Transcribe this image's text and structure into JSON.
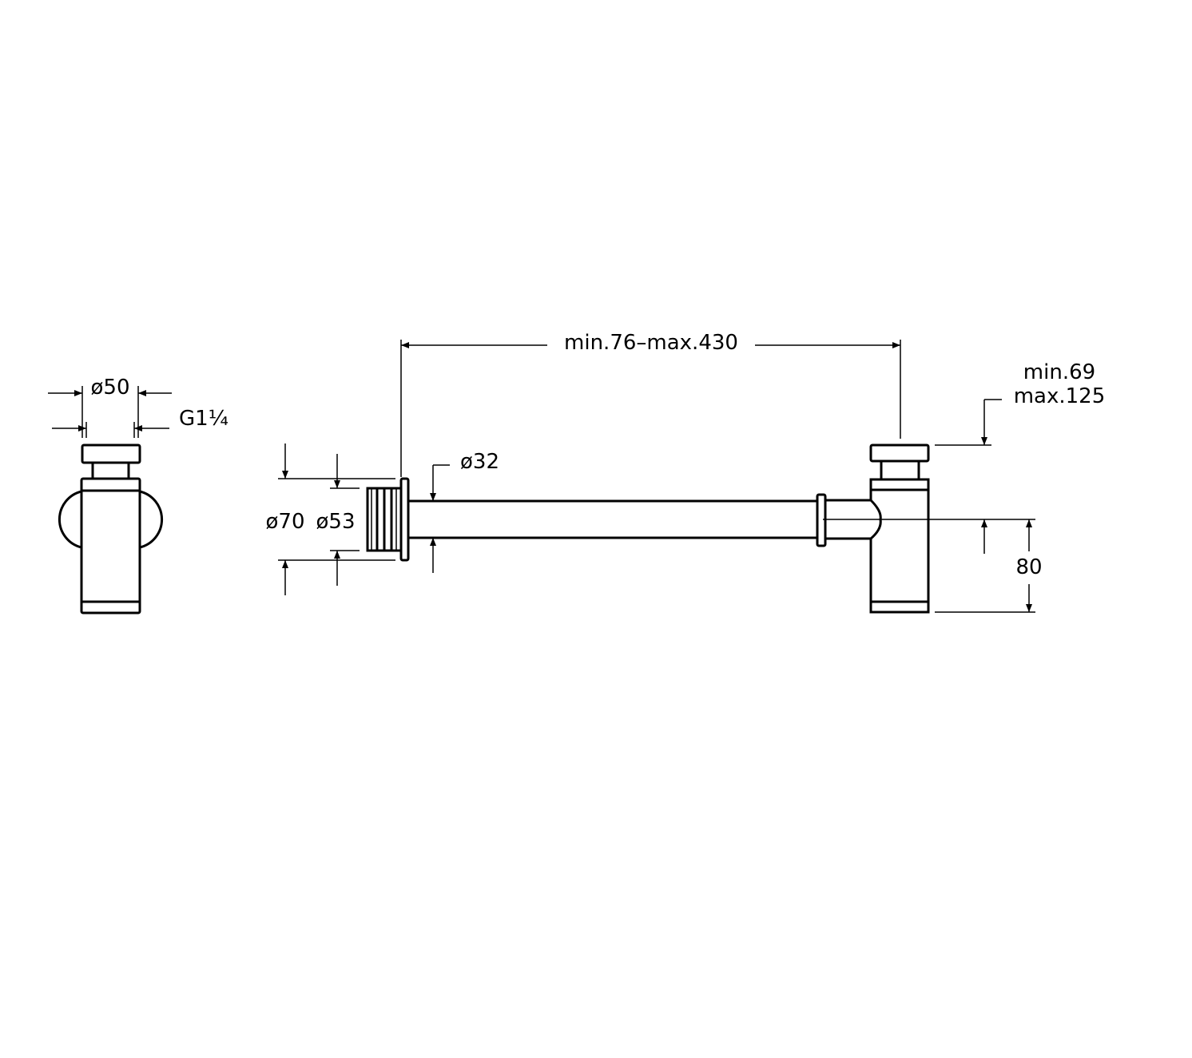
{
  "drawing": {
    "side_view": {
      "dim_outer_diameter": "ø50",
      "dim_thread": "G1¼"
    },
    "front_view": {
      "dim_length": "min.76–max.430",
      "dim_height_min": "min.69",
      "dim_height_max": "max.125",
      "dim_flange_outer": "ø70",
      "dim_flange_inner": "ø53",
      "dim_pipe": "ø32",
      "dim_outlet_height": "80"
    },
    "colors": {
      "line": "#000000",
      "background": "#ffffff"
    }
  }
}
